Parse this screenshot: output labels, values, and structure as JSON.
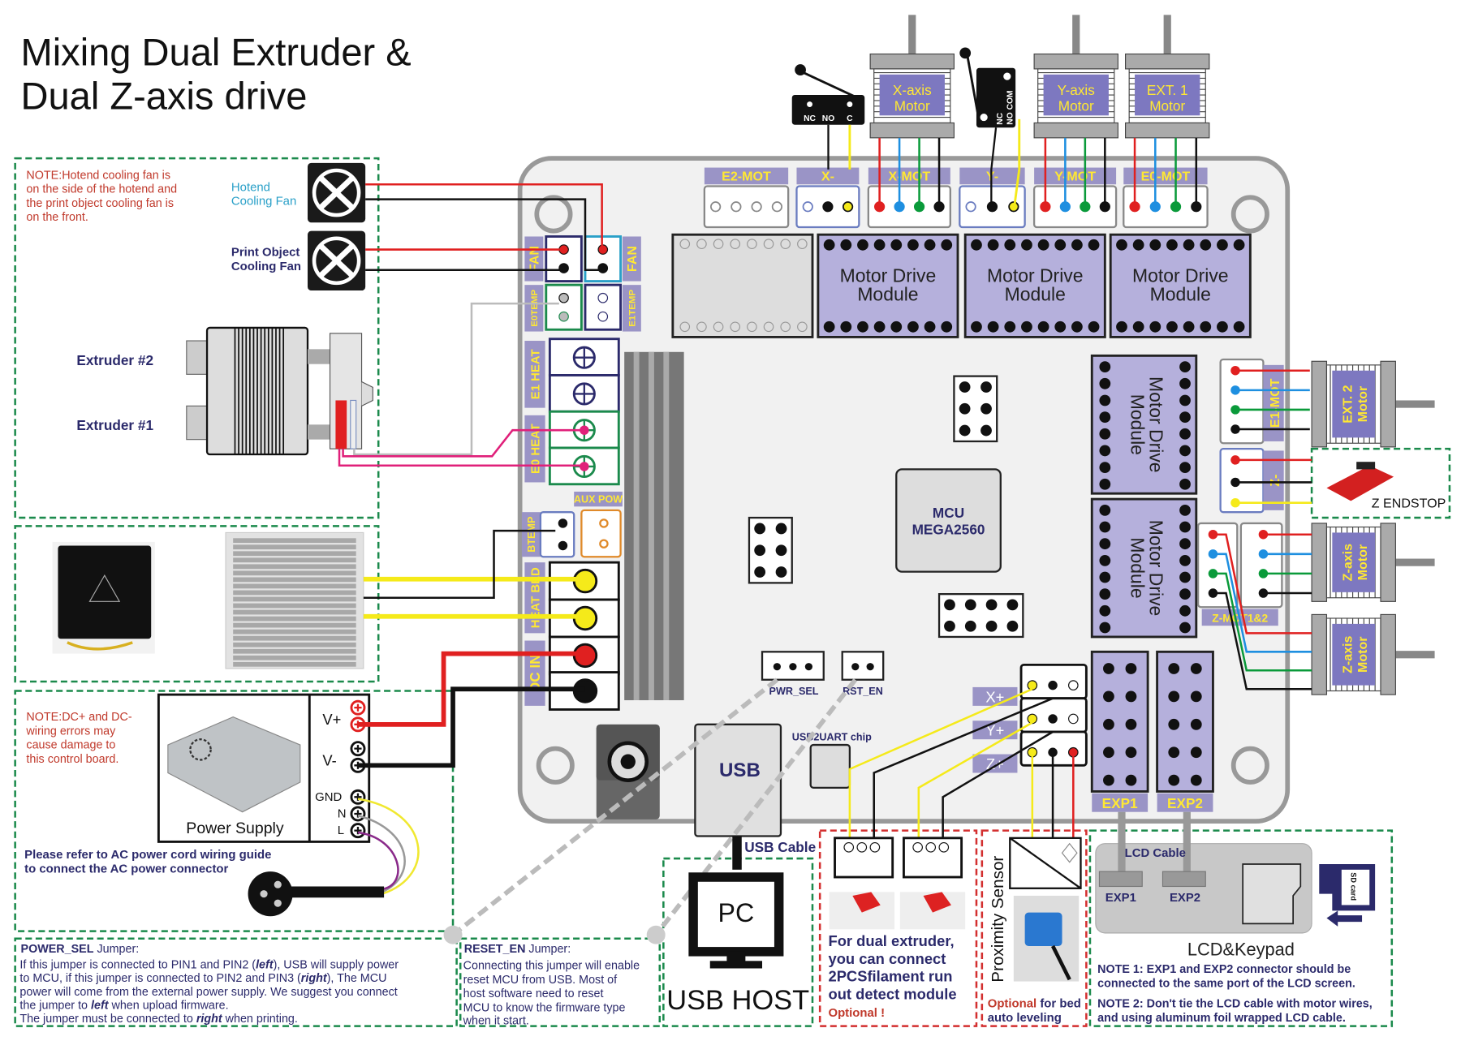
{
  "title": {
    "line1": "Mixing Dual Extruder &",
    "line2": "Dual Z-axis drive"
  },
  "colors": {
    "label_bg": "#9a94c6",
    "label_text": "#ffe833",
    "module": "#b5b0dc",
    "note_red": "#c0392b",
    "navy": "#2b2a6b",
    "green_dash": "#1b8a4c",
    "red_dash": "#d32f2f",
    "wire_red": "#e02020",
    "wire_blue": "#1e8fe0",
    "wire_green": "#0a9a3a",
    "wire_black": "#111111",
    "wire_yellow": "#f5ea1a"
  },
  "fan_section": {
    "note": [
      "NOTE:Hotend cooling fan is",
      "on the side of the hotend and",
      "the  print object cooling fan is",
      "on the front."
    ],
    "hotend_fan": [
      "Hotend",
      "Cooling Fan"
    ],
    "print_fan": [
      "Print Object",
      "Cooling Fan"
    ],
    "extruder2": "Extruder #2",
    "extruder1": "Extruder #1"
  },
  "power_section": {
    "note": [
      "NOTE:DC+ and DC-",
      "wiring errors may",
      "cause damage to",
      "this control board."
    ],
    "psu_label": "Power Supply",
    "terminals": [
      "V+",
      "V-",
      "GND",
      "N",
      "L"
    ],
    "ac_note": [
      "Please  refer  to  AC power cord wiring guide",
      "to connect the AC power connector"
    ]
  },
  "power_sel": {
    "title": "POWER_SEL",
    "title_suffix": " Jumper:",
    "lines": [
      [
        "If this jumper is connected to PIN1 and PIN2 (",
        "left",
        "), USB will supply power"
      ],
      [
        "to MCU, if this jumper is connected to PIN2 and PIN3 (",
        "right",
        "), The MCU"
      ],
      [
        "power will come from the external power supply. We suggest you connect",
        "",
        ""
      ],
      [
        "the jumper to ",
        "left",
        " when upload firmware."
      ],
      [
        "The jumper must be connected to ",
        "right",
        " when printing."
      ]
    ]
  },
  "reset_en": {
    "title": "RESET_EN",
    "title_suffix": " Jumper:",
    "lines": [
      "Connecting this jumper will enable",
      "reset MCU from USB. Most of",
      "host software need to reset",
      "MCU to know the firmware type",
      "when it start."
    ]
  },
  "board": {
    "top_connectors": [
      "E2-MOT",
      "X-",
      "X-MOT",
      "Y-",
      "Y-MOT",
      "E0-MOT"
    ],
    "driver_module": [
      "Motor Drive",
      "Module"
    ],
    "mcu": [
      "MCU",
      "MEGA2560"
    ],
    "left_labels": {
      "fan1": "FAN",
      "fan2": "FAN",
      "e0temp": "E0TEMP",
      "e1temp": "E1TEMP",
      "e1heat": "E1 HEAT",
      "e0heat": "E0 HEAT",
      "auxpow": "AUX POW",
      "btemp": "BTEMP",
      "heatbed": "HEAT BED",
      "dcin": "DC IN"
    },
    "right_labels": {
      "e1mot": "E1-MOT",
      "zmin": "Z-",
      "zmot": "Z-MOT1&2"
    },
    "jumpers": {
      "pwr_sel": "PWR_SEL",
      "rst_en": "RST_EN"
    },
    "usb2uart": "USB2UART chip",
    "usb": "USB",
    "endstops": [
      "X+",
      "Y+",
      "Z+"
    ],
    "exp": [
      "EXP1",
      "EXP2"
    ]
  },
  "motors": {
    "x": [
      "X-axis",
      "Motor"
    ],
    "y": [
      "Y-axis",
      "Motor"
    ],
    "ext1": [
      "EXT. 1",
      "Motor"
    ],
    "ext2": [
      "EXT. 2",
      "Motor"
    ],
    "z": [
      "Z-axis",
      "Motor"
    ]
  },
  "switches": {
    "x_pins": [
      "NC",
      "NO",
      "C"
    ],
    "y_pins": [
      "NC",
      "NO",
      "COM"
    ]
  },
  "z_endstop": "Z ENDSTOP",
  "usb_host": {
    "cable": "USB Cable",
    "pc": "PC",
    "label": "USB HOST"
  },
  "filament": {
    "text": [
      "For dual extruder,",
      "you can connect",
      "2PCSfilament run",
      "out detect module"
    ],
    "optional": "Optional !"
  },
  "proximity": {
    "title": "Proximity Sensor",
    "optional": "Optional",
    "rest": " for bed",
    "line2": "auto  leveling"
  },
  "lcd": {
    "cable": "LCD Cable",
    "exp1": "EXP1",
    "exp2": "EXP2",
    "sd": "SD card",
    "title": "LCD&Keypad",
    "notes": [
      "NOTE 1: EXP1 and EXP2 connector should be",
      "connected to the same port of the LCD screen.",
      "NOTE 2: Don't tie the LCD cable with motor wires,",
      "and using aluminum foil wrapped LCD cable."
    ]
  }
}
